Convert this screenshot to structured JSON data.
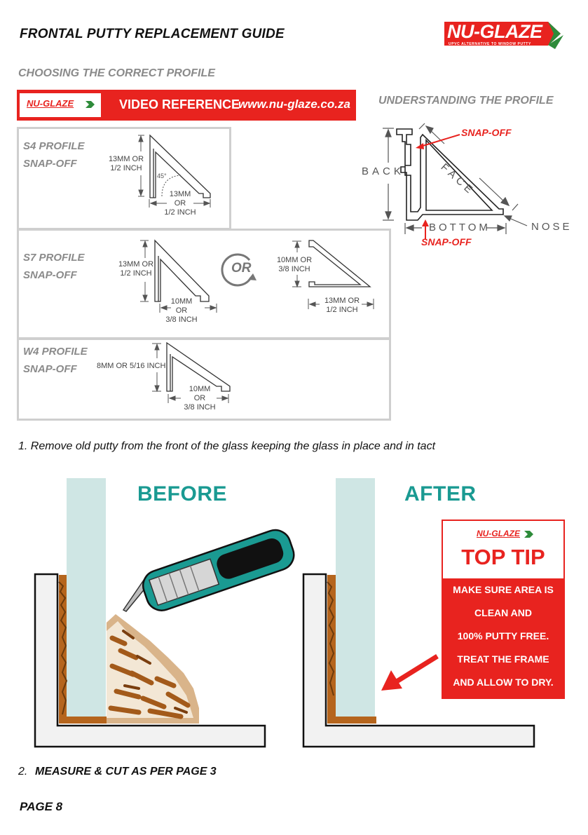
{
  "header": {
    "title": "FRONTAL PUTTY REPLACEMENT GUIDE",
    "brand": "NU-GLAZE",
    "brand_tagline": "UPVC ALTERNATIVE TO WINDOW PUTTY"
  },
  "section": {
    "subtitle": "CHOOSING THE CORRECT PROFILE",
    "understanding": "UNDERSTANDING THE PROFILE"
  },
  "video": {
    "logo": "NU-GLAZE",
    "label": "VIDEO REFERENCE",
    "url": "www.nu-glaze.co.za"
  },
  "profiles": {
    "s4": {
      "name": "S4 PROFILE",
      "type": "SNAP-OFF",
      "height_l1": "13MM OR",
      "height_l2": "1/2 INCH",
      "angle": "45°",
      "width_l1": "13MM",
      "width_l2": "OR",
      "width_l3": "1/2 INCH"
    },
    "s7": {
      "name": "S7 PROFILE",
      "type": "SNAP-OFF",
      "height_l1": "13MM OR",
      "height_l2": "1/2 INCH",
      "width_l1": "10MM",
      "width_l2": "OR",
      "width_l3": "3/8 INCH",
      "or": "OR",
      "alt_height_l1": "10MM OR",
      "alt_height_l2": "3/8 INCH",
      "alt_width_l1": "13MM OR",
      "alt_width_l2": "1/2 INCH"
    },
    "w4": {
      "name": "W4 PROFILE",
      "type": "SNAP-OFF",
      "height": "8MM OR 5/16 INCH",
      "width_l1": "10MM",
      "width_l2": "OR",
      "width_l3": "3/8 INCH"
    }
  },
  "anatomy": {
    "snap_top": "SNAP-OFF",
    "snap_bottom": "SNAP-OFF",
    "back": "BACK",
    "face": "FACE",
    "bottom": "BOTTOM",
    "nose": "NOSE"
  },
  "steps": {
    "step1": "1. Remove old putty from the front of the glass keeping the glass in place and in tact",
    "step2_num": "2.",
    "step2": "MEASURE & CUT AS PER PAGE 3"
  },
  "before_after": {
    "before": "BEFORE",
    "after": "AFTER"
  },
  "top_tip": {
    "logo": "NU-GLAZE",
    "title": "TOP TIP",
    "lines": [
      "MAKE SURE AREA IS",
      "CLEAN AND",
      "100% PUTTY FREE.",
      "TREAT THE FRAME",
      "AND ALLOW TO DRY."
    ]
  },
  "footer": {
    "page": "PAGE 8"
  },
  "colors": {
    "brand_red": "#e8231f",
    "brand_green": "#2e8b3a",
    "teal": "#1a9a92",
    "glass": "#cfe6e4",
    "putty": "#b5651d",
    "panel_border": "#cfcfcf"
  }
}
